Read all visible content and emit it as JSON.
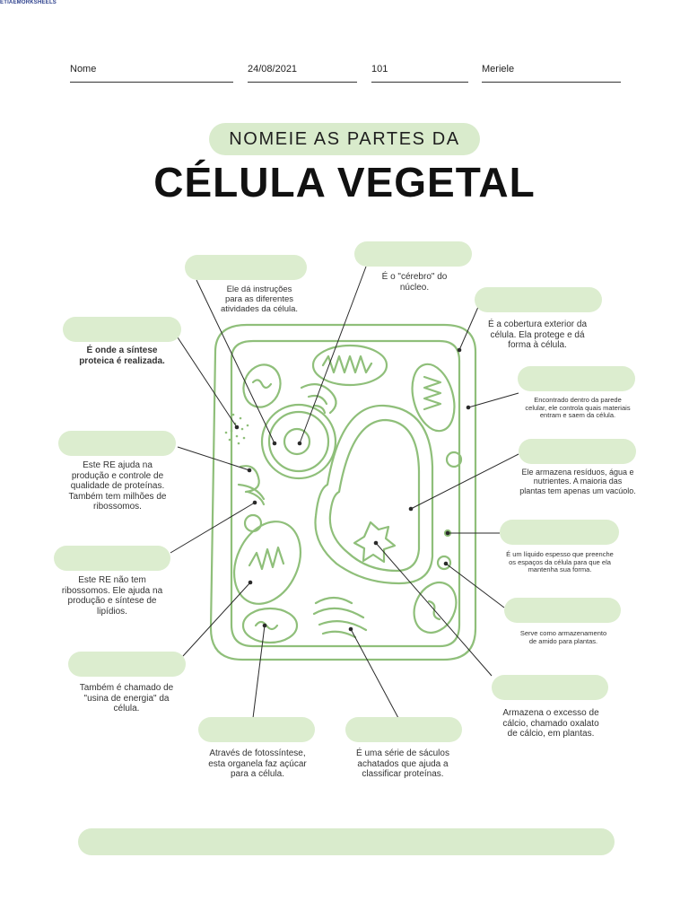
{
  "watermark": "ETIAEMORKSHEELS",
  "header": {
    "nome_label": "Nome",
    "date": "24/08/2021",
    "class_number": "101",
    "student_name": "Meriele"
  },
  "title": {
    "line1": "NOMEIE AS PARTES DA",
    "line2": "CÉLULA VEGETAL"
  },
  "descriptions": {
    "dna": [
      "Ele dá instruções",
      "para as diferentes",
      "atividades da célula."
    ],
    "nucleolo": [
      "É o \"cérebro\" do",
      "núcleo."
    ],
    "parede": [
      "É a cobertura exterior da",
      "célula. Ela protege e dá",
      "forma à célula."
    ],
    "ribossomo": [
      "É onde a síntese",
      "proteica é realizada."
    ],
    "membrana": [
      "Encontrado dentro da parede",
      "celular, ele controla quais materiais",
      "entram e saem da célula."
    ],
    "re_rugoso": [
      "Este RE ajuda na",
      "produção e controle de",
      "qualidade de proteínas.",
      "Também tem milhões de",
      "ribossomos."
    ],
    "vacuolo": [
      "Ele armazena resíduos, água e",
      "nutrientes. A maioria das",
      "plantas tem apenas um vacúolo."
    ],
    "citoplasma": [
      "É um líquido espesso que preenche",
      "os espaços da célula para que ela",
      "mantenha sua forma."
    ],
    "re_liso": [
      "Este RE não tem",
      "ribossomos. Ele ajuda na",
      "produção e síntese de",
      "lipídios."
    ],
    "amiloplasto": [
      "Serve como armazenamento",
      "de amido para plantas."
    ],
    "mitocondria": [
      "Também é chamado de",
      "\"usina de energia\" da",
      "célula."
    ],
    "cristal": [
      "Armazena o excesso de",
      "cálcio, chamado oxalato",
      "de cálcio, em plantas."
    ],
    "cloroplasto": [
      "Através de fotossíntese,",
      "esta organela faz açúcar",
      "para a célula."
    ],
    "golgi": [
      "É uma série de sáculos",
      "achatados que ajuda a",
      "classificar proteínas."
    ]
  },
  "colors": {
    "accent_green": "#d9ebcc",
    "cell_stroke": "#8fbf7a"
  }
}
